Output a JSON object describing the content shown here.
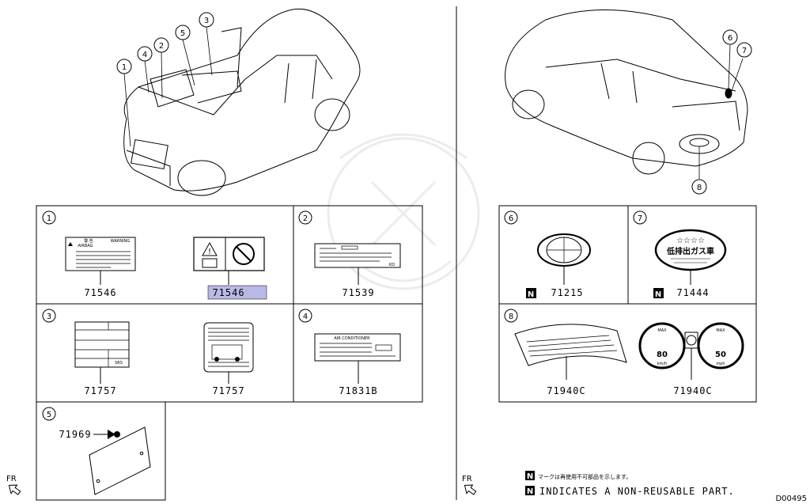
{
  "diagram_code": "D00495",
  "callouts": {
    "c1": "1",
    "c2": "2",
    "c3": "3",
    "c4": "4",
    "c5": "5",
    "c6": "6",
    "c7": "7",
    "c8": "8"
  },
  "parts": {
    "p1a": "71546",
    "p1b": "71546",
    "p2": "71539",
    "p3a": "71757",
    "p3b": "71757",
    "p4": "71831B",
    "p5": "71969",
    "p6": "71215",
    "p7": "71444",
    "p8a": "71940C",
    "p8b": "71940C"
  },
  "label_text": {
    "warning_head": "警 告",
    "warning_sub": "WARNING",
    "airbag": "AIRBAG",
    "ac_title": "AIR CONDITIONER",
    "srs": "SRS",
    "kd": "KD",
    "stars": "☆☆☆☆",
    "low_emission": "低排出ガス車",
    "speed_max": "MAX",
    "speed_80": "80",
    "speed_50": "50",
    "kmh": "km/h",
    "mph": "mph"
  },
  "legend": {
    "n_glyph": "N",
    "jp_line": "マークは再使用不可部品を示します。",
    "en_line": "INDICATES A NON-REUSABLE PART."
  },
  "front_marker": "FR",
  "colors": {
    "highlight": "#b9b9e6",
    "line": "#000000",
    "watermark": "#e8e8e8"
  }
}
